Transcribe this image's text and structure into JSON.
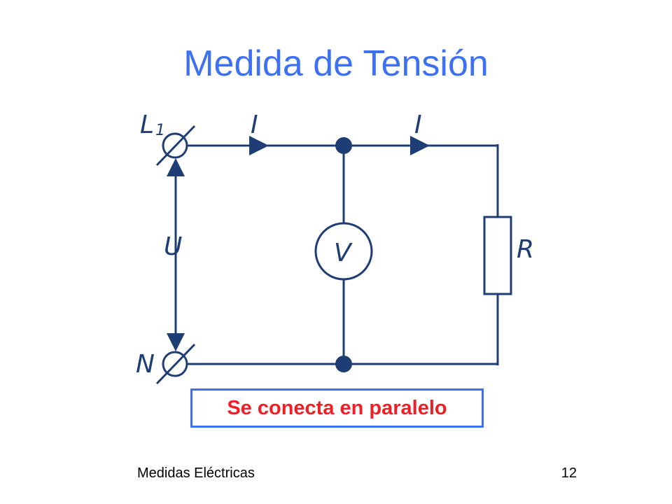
{
  "slide": {
    "title": "Medida de Tensión",
    "callout": "Se conecta en paralelo",
    "footer_left": "Medidas Eléctricas",
    "page_number": "12"
  },
  "diagram": {
    "line_label": "L",
    "line_label_sub": "1",
    "neutral_label": "N",
    "current_label_left": "I",
    "current_label_right": "I",
    "voltage_label": "U",
    "voltmeter_label": "V",
    "resistor_label": "R"
  },
  "colors": {
    "title": "#3d71f2",
    "callout_text": "#ee1f25",
    "callout_border": "#3d71f2",
    "circuit": "#1f3d75"
  }
}
